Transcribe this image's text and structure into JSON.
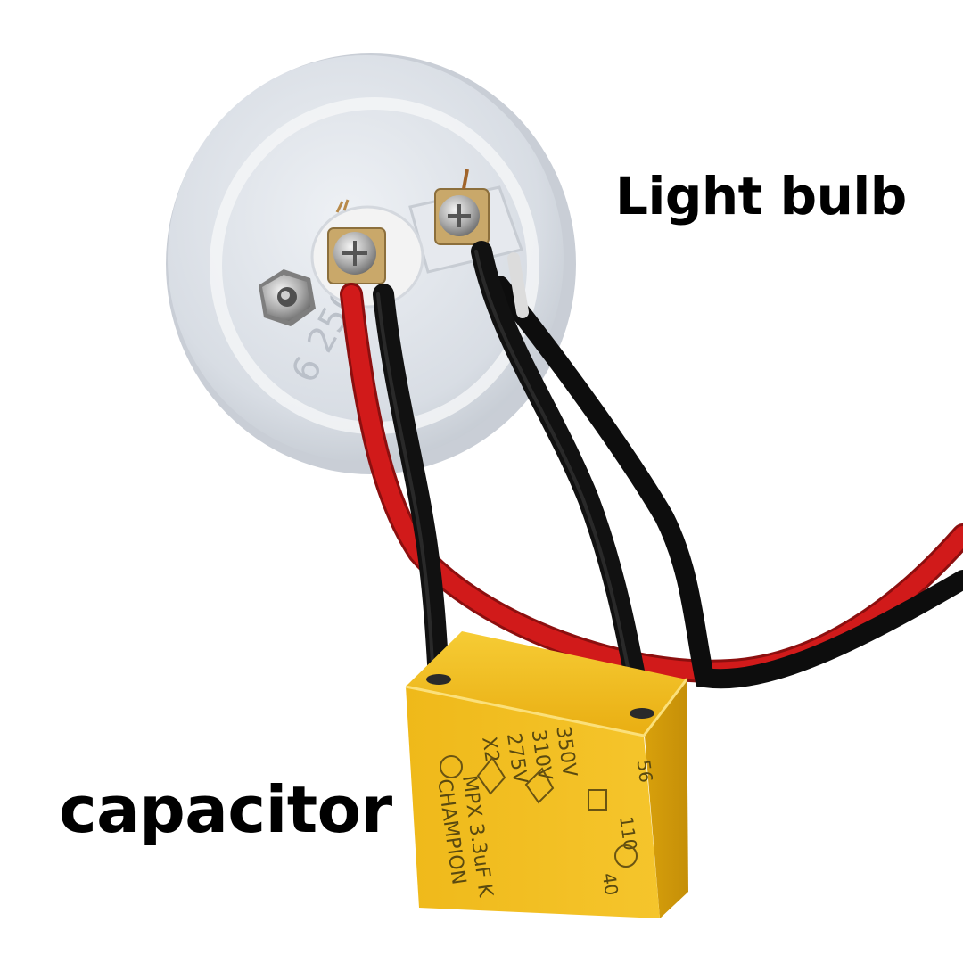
{
  "labels": {
    "light_bulb": "Light bulb",
    "capacitor": "capacitor"
  },
  "bulb_base": {
    "embossed_text": "6 250V"
  },
  "capacitor_print": {
    "brand": "CHAMPION",
    "model": "MPX 3.3uF K",
    "class": "X2",
    "rating_1": "275V",
    "rating_2": "310V",
    "rating_3": "350V",
    "code_1": "40",
    "code_2": "110",
    "code_3": "56"
  },
  "colors": {
    "background": "#ffffff",
    "bulb_base": "#dfe4ea",
    "capacitor_body": "#f2b81c",
    "wire_red": "#d11a1a",
    "wire_black": "#141414"
  }
}
